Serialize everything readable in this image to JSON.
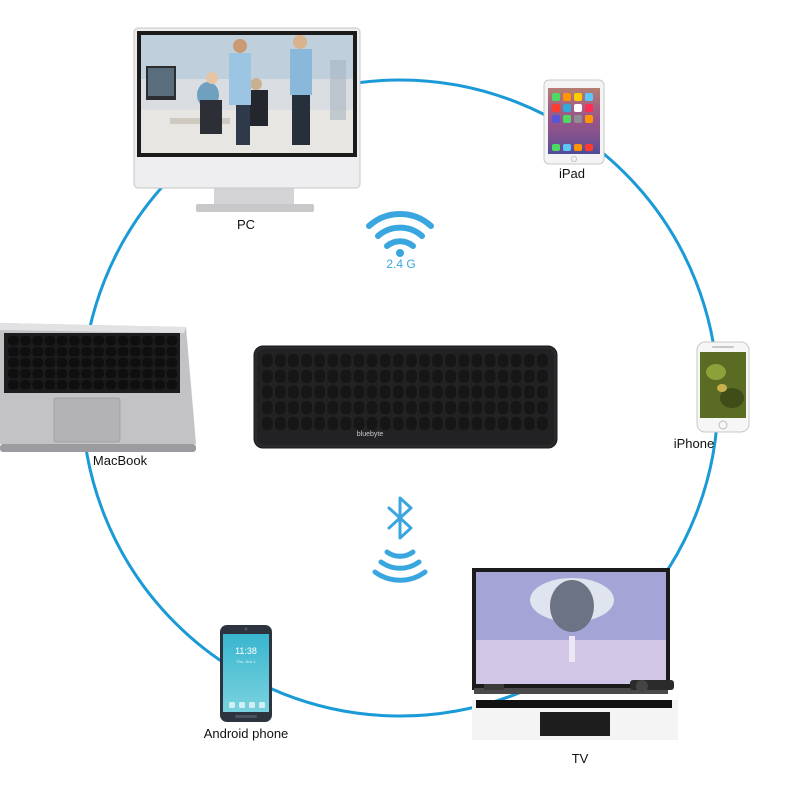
{
  "colors": {
    "ring": "#1a9ad6",
    "signal": "#3aa6e0",
    "keyboard": "#2a2a2c",
    "key": "#161617",
    "key_text": "#bdbdbd"
  },
  "devices": {
    "pc": {
      "label": "PC",
      "icon": "desktop-monitor-icon"
    },
    "ipad": {
      "label": "iPad",
      "icon": "tablet-icon"
    },
    "iphone": {
      "label": "iPhone",
      "icon": "smartphone-icon"
    },
    "tv": {
      "label": "TV",
      "icon": "television-icon"
    },
    "android": {
      "label": "Android phone",
      "icon": "android-phone-icon"
    },
    "macbook": {
      "label": "MacBook",
      "icon": "laptop-icon"
    }
  },
  "connection": {
    "wireless_label": "2.4 G",
    "wireless_icon": "wifi-icon",
    "bluetooth_icon": "bluetooth-icon"
  },
  "keyboard": {
    "brand": "bluebyte",
    "icon": "keyboard-icon"
  },
  "screens": {
    "android_time": "11:38",
    "android_date": "Thu, Nov 1"
  }
}
